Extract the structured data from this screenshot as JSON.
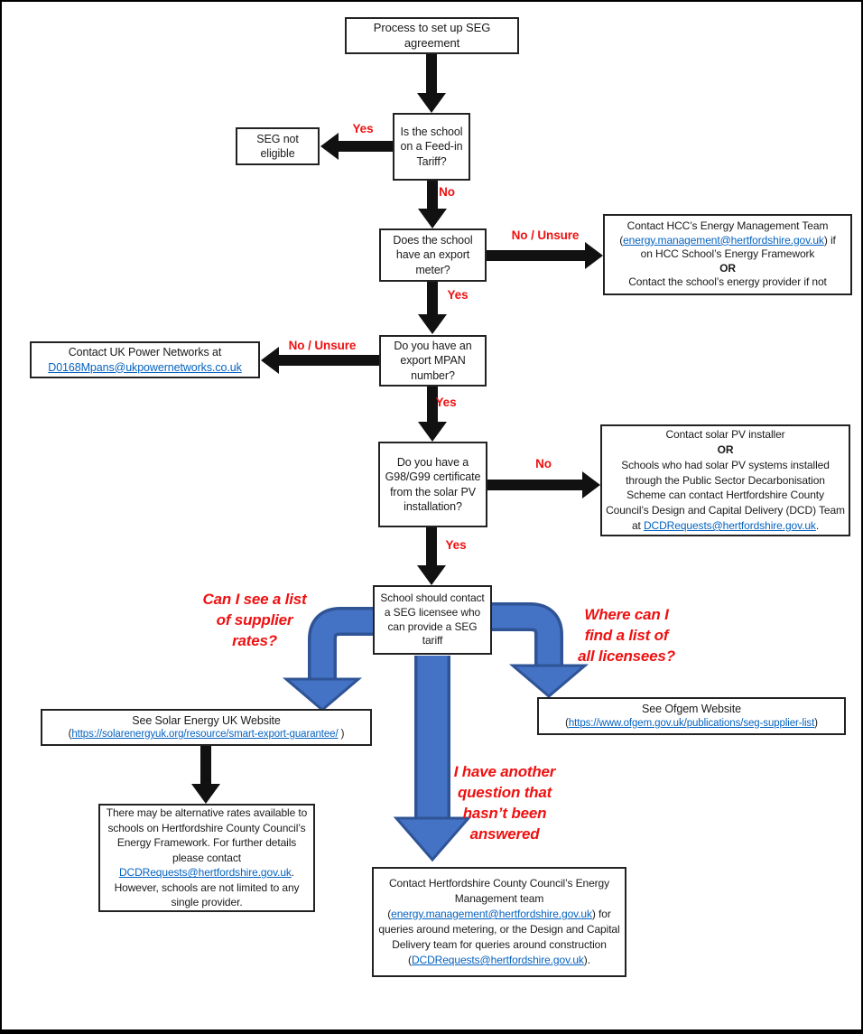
{
  "colors": {
    "label_red": "#ee1111",
    "link_blue": "#0563C1",
    "arrow_blue_fill": "#4472C4",
    "arrow_blue_edge": "#2F5496",
    "arrow_black": "#111111"
  },
  "labels": {
    "yes": "Yes",
    "no": "No",
    "no_unsure": "No / Unsure"
  },
  "questions": {
    "supplier_rates": "Can I see a list\nof supplier\nrates?",
    "licensees": "Where can I\nfind a list of\nall licensees?",
    "another_question": "I have another\nquestion that\nhasn’t been\nanswered"
  },
  "boxes": {
    "process": "Process to set up SEG agreement",
    "fit_question": "Is the school on a Feed-in Tariff?",
    "seg_not_eligible": "SEG not eligible",
    "export_meter_question": "Does the school have an export meter?",
    "hcc": {
      "line1": "Contact HCC’s Energy Management Team",
      "open": "(",
      "link": "energy.management@hertfordshire.gov.uk",
      "close": ")  if",
      "line3": "on HCC School’s Energy Framework",
      "or": "OR",
      "line5": "Contact the school’s energy provider if not"
    },
    "mpan_question": "Do you have an export MPAN number?",
    "ukpn": {
      "line1": "Contact UK Power Networks at",
      "link": "D0168Mpans@ukpowernetworks.co.uk"
    },
    "g98_question": "Do you have a G98/G99 certificate from the solar PV installation?",
    "installer": {
      "line1": "Contact solar PV installer",
      "or": "OR",
      "body_pre": "Schools who had solar PV systems installed through the Public Sector Decarbonisation Scheme can contact Hertfordshire County Council’s Design and Capital Delivery (DCD) Team at ",
      "link": "DCDRequests@hertfordshire.gov.uk",
      "body_post": "."
    },
    "licensee": "School should contact a SEG licensee who can provide a SEG tariff",
    "ofgem": {
      "line1": "See Ofgem Website",
      "open": "(",
      "link": "https://www.ofgem.gov.uk/publications/seg-supplier-list",
      "close": ")"
    },
    "seuk": {
      "line1": "See Solar Energy UK Website",
      "open": "(",
      "link": "https://solarenergyuk.org/resource/smart-export-guarantee/",
      "close": " )"
    },
    "alt_rates": {
      "pre": "There may be alternative rates available to schools on Hertfordshire County Council’s Energy Framework. For further details please contact ",
      "link": "DCDRequests@hertfordshire.gov.uk",
      "post": ". However, schools are not limited to any single provider."
    },
    "final_contact": {
      "pre": "Contact Hertfordshire County Council’s Energy Management team (",
      "link1": "energy.management@hertfordshire.gov.uk",
      "mid": ") for queries around metering, or the Design and Capital Delivery team for queries around construction (",
      "link2": "DCDRequests@hertfordshire.gov.uk",
      "post": ")."
    }
  }
}
